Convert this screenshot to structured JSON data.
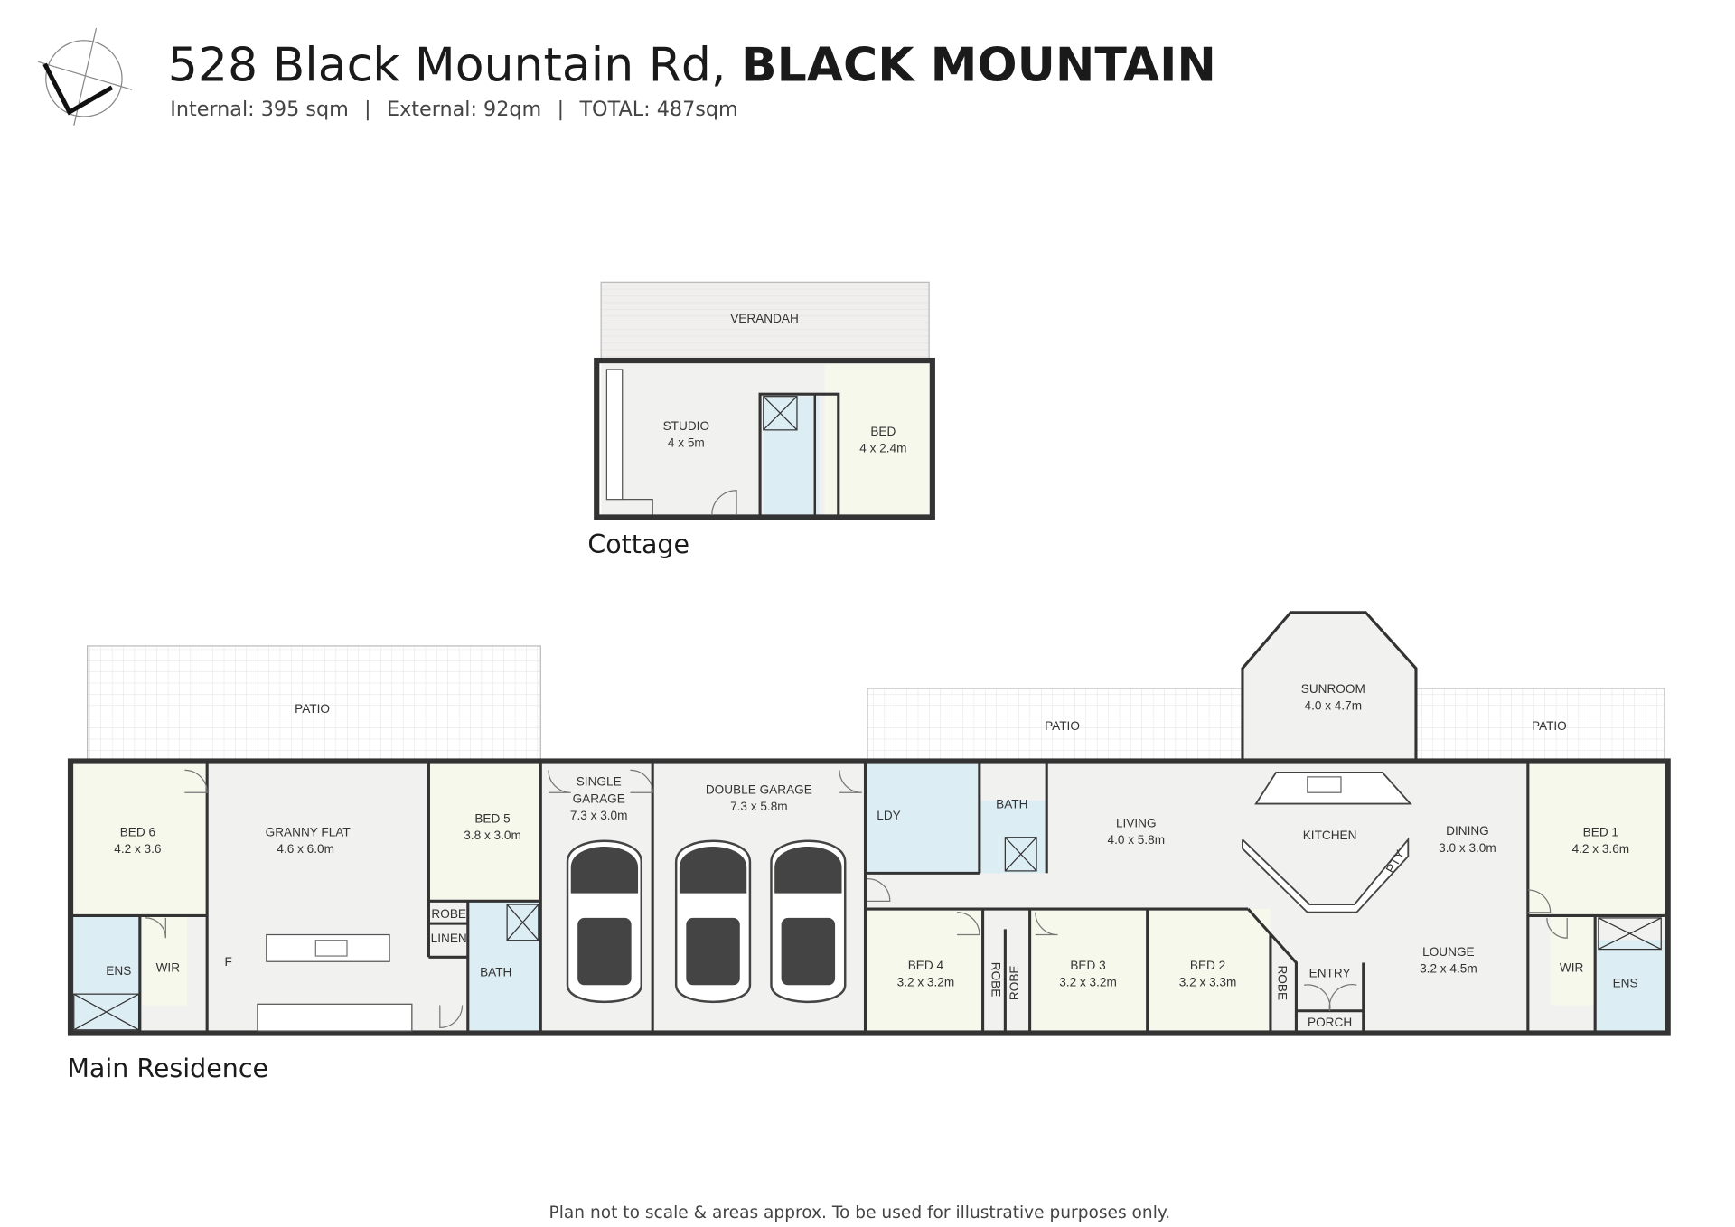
{
  "header": {
    "address": "528 Black Mountain Rd,",
    "suburb": "BLACK MOUNTAIN",
    "internal": "Internal: 395 sqm",
    "external": "External: 92qm",
    "total": "TOTAL: 487sqm",
    "separator": "|"
  },
  "cottage": {
    "label": "Cottage",
    "rooms": [
      {
        "name": "VERANDAH",
        "dims": ""
      },
      {
        "name": "STUDIO",
        "dims": "4 x 5m"
      },
      {
        "name": "BED",
        "dims": "4 x 2.4m"
      }
    ]
  },
  "main": {
    "label": "Main Residence",
    "rooms": [
      {
        "name": "PATIO",
        "dims": ""
      },
      {
        "name": "BED 6",
        "dims": "4.2 x 3.6"
      },
      {
        "name": "GRANNY FLAT",
        "dims": "4.6 x 6.0m"
      },
      {
        "name": "BED 5",
        "dims": "3.8 x 3.0m"
      },
      {
        "name": "SINGLE",
        "dims": "GARAGE",
        "extra": "7.3 x 3.0m"
      },
      {
        "name": "DOUBLE GARAGE",
        "dims": "7.3 x 5.8m"
      },
      {
        "name": "ENS",
        "dims": ""
      },
      {
        "name": "WIR",
        "dims": ""
      },
      {
        "name": "F",
        "dims": ""
      },
      {
        "name": "ROBE",
        "dims": ""
      },
      {
        "name": "LINEN",
        "dims": ""
      },
      {
        "name": "BATH",
        "dims": ""
      },
      {
        "name": "PATIO",
        "dims": ""
      },
      {
        "name": "SUNROOM",
        "dims": "4.0 x 4.7m"
      },
      {
        "name": "PATIO",
        "dims": ""
      },
      {
        "name": "LDY",
        "dims": ""
      },
      {
        "name": "BATH",
        "dims": ""
      },
      {
        "name": "LIVING",
        "dims": "4.0 x 5.8m"
      },
      {
        "name": "KITCHEN",
        "dims": ""
      },
      {
        "name": "PTY",
        "dims": ""
      },
      {
        "name": "DINING",
        "dims": "3.0 x 3.0m"
      },
      {
        "name": "BED 1",
        "dims": "4.2 x 3.6m"
      },
      {
        "name": "BED 4",
        "dims": "3.2 x 3.2m"
      },
      {
        "name": "ROBE",
        "dims": ""
      },
      {
        "name": "ROBE",
        "dims": ""
      },
      {
        "name": "BED 3",
        "dims": "3.2 x 3.2m"
      },
      {
        "name": "BED 2",
        "dims": "3.2 x 3.3m"
      },
      {
        "name": "ROBE",
        "dims": ""
      },
      {
        "name": "ENTRY",
        "dims": ""
      },
      {
        "name": "PORCH",
        "dims": ""
      },
      {
        "name": "LOUNGE",
        "dims": "3.2 x 4.5m"
      },
      {
        "name": "WIR",
        "dims": ""
      },
      {
        "name": "ENS",
        "dims": ""
      }
    ]
  },
  "footer": "Plan not to scale & areas approx. To be used for illustrative purposes only.",
  "colors": {
    "wall": "#333333",
    "room": "#f1f2f0",
    "bedroom": "#f7f8ec",
    "wet": "#dcedf4"
  }
}
